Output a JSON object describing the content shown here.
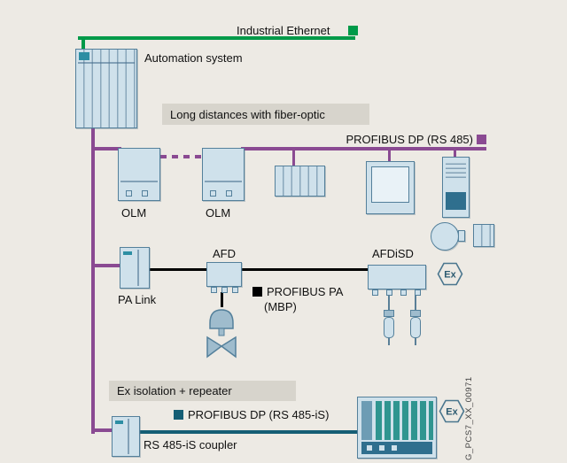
{
  "meta": {
    "description": "Plant automation network topology diagram: Industrial Ethernet, PROFIBUS DP and PROFIBUS PA segments"
  },
  "colors": {
    "background": "#edeae4",
    "ethernet_green": "#009a49",
    "profibus_purple": "#8a4a92",
    "pa_black": "#000000",
    "is_teal": "#155e75",
    "device_fill": "#cfe1eb",
    "device_border": "#54809b",
    "device_accent": "#2d8ea3",
    "module_teal": "#2f9590",
    "band_blue": "#2f6f8e",
    "note_bg": "#d7d4cc",
    "text": "#111111",
    "docid_text": "#3f3f3f"
  },
  "labels": {
    "industrial_ethernet": "Industrial Ethernet",
    "automation_system": "Automation system",
    "fiber_optic_note": "Long distances with fiber-optic",
    "profibus_dp": "PROFIBUS DP (RS 485)",
    "olm": "OLM",
    "pa_link": "PA Link",
    "afd": "AFD",
    "profibus_pa": "PROFIBUS PA",
    "profibus_pa_mbp": "(MBP)",
    "afdisd": "AFDiSD",
    "ex_isolation_note": "Ex isolation + repeater",
    "profibus_dp_is": "PROFIBUS DP (RS 485-iS)",
    "rs485_coupler": "RS 485-iS coupler",
    "ex_badge": "Ex",
    "doc_id": "G_PCS7_XX_00971"
  }
}
